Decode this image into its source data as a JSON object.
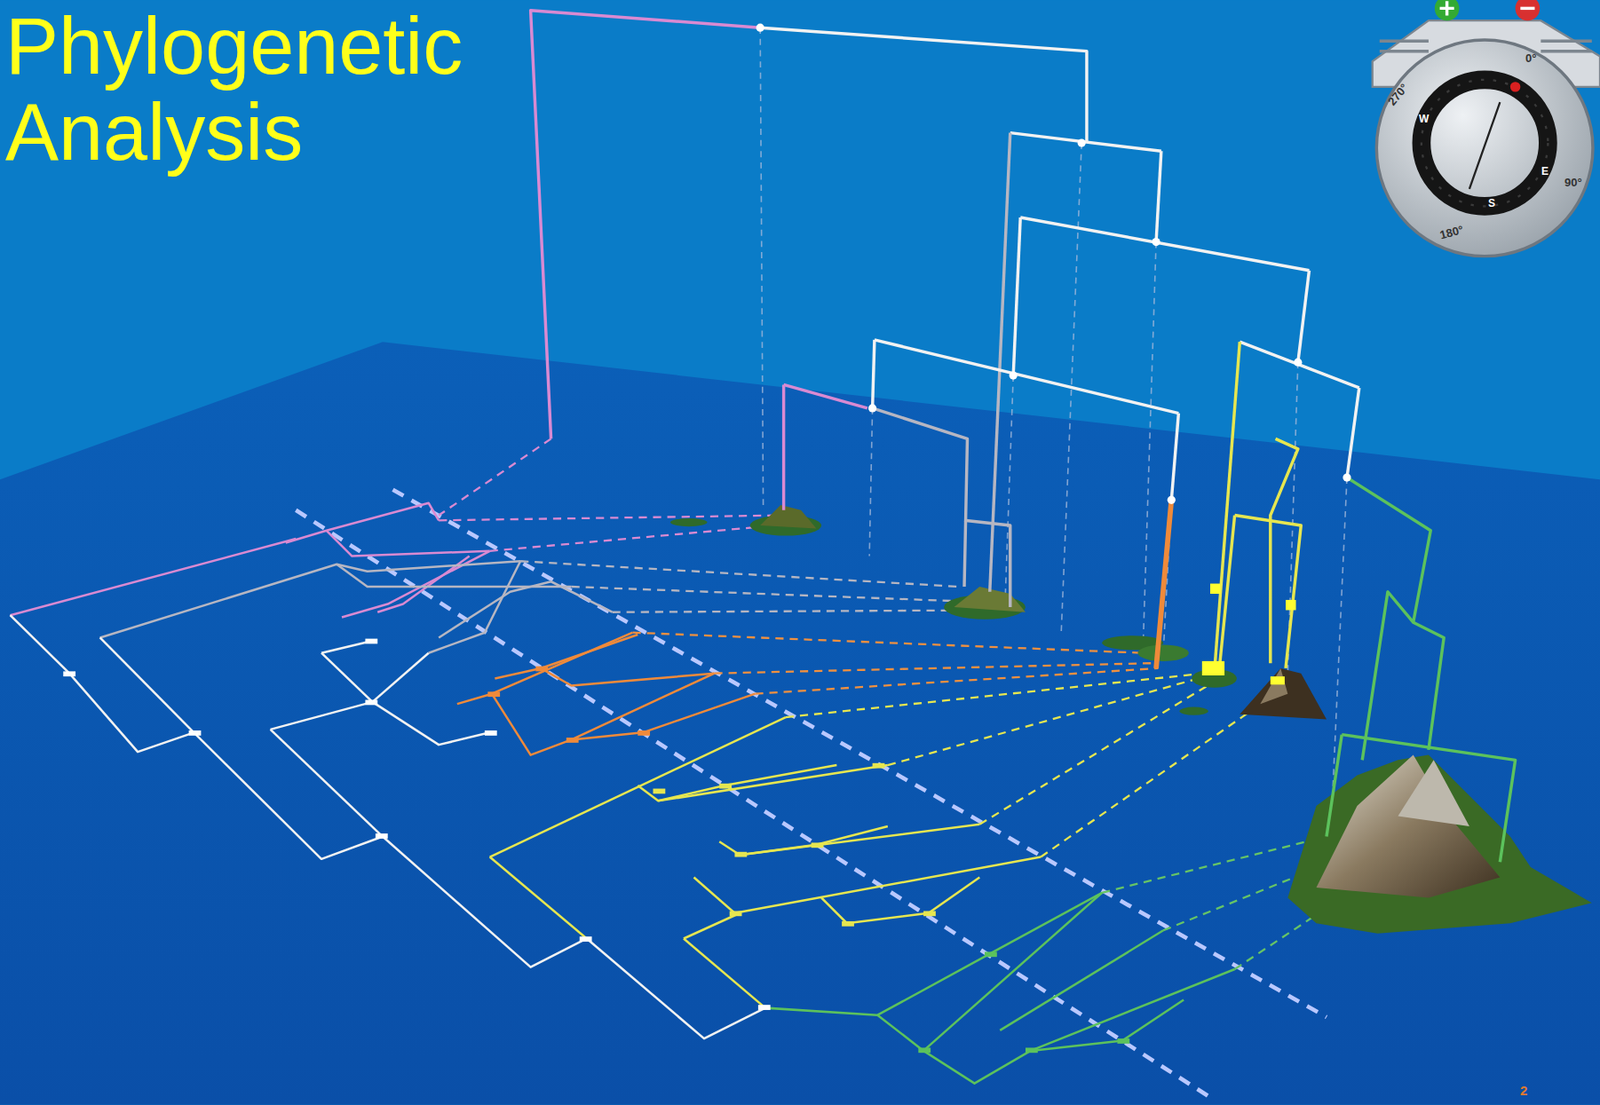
{
  "diagram": {
    "title": "Phylogenetic Analysis",
    "labels": [
      "0°",
      "270°",
      "W",
      "E",
      "90°",
      "S",
      "180°",
      "2"
    ]
  }
}
